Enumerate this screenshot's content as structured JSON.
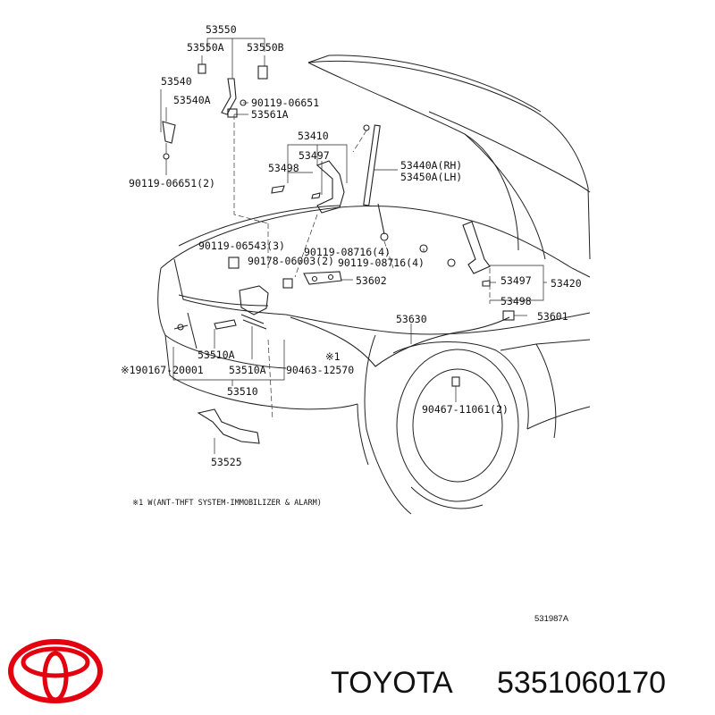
{
  "labels": {
    "p53550": "53550",
    "p53550A": "53550A",
    "p53550B": "53550B",
    "p53540": "53540",
    "p53540A": "53540A",
    "b9011906651": "90119-06651",
    "p53561A": "53561A",
    "b9011906651x2": "90119-06651(2)",
    "p53410": "53410",
    "p53497a": "53497",
    "p53498a": "53498",
    "p53440A": "53440A(RH)",
    "p53450A": "53450A(LH)",
    "b9011906543": "90119-06543(3)",
    "b9011908716a": "90119-08716(4)",
    "b9017806003": "90178-06003(2)",
    "b9011908716b": "90119-08716(4)",
    "p53602": "53602",
    "p53497b": "53497",
    "p53420": "53420",
    "p53498b": "53498",
    "p53630": "53630",
    "p53601": "53601",
    "p53510A1": "53510A",
    "mark1": "※1",
    "p53510A2": "53510A",
    "b19016720001": "※190167-20001",
    "b9046312570": "90463-12570",
    "p53510": "53510",
    "b9046711061": "90467-11061(2)",
    "p53525": "53525"
  },
  "footnote": "※1 W(ANT-THFT SYSTEM-IMMOBILIZER & ALARM)",
  "diagram_code": "531987A",
  "brand": {
    "name": "TOYOTA",
    "part_number": "5351060170",
    "logo_color": "#e3000f"
  }
}
